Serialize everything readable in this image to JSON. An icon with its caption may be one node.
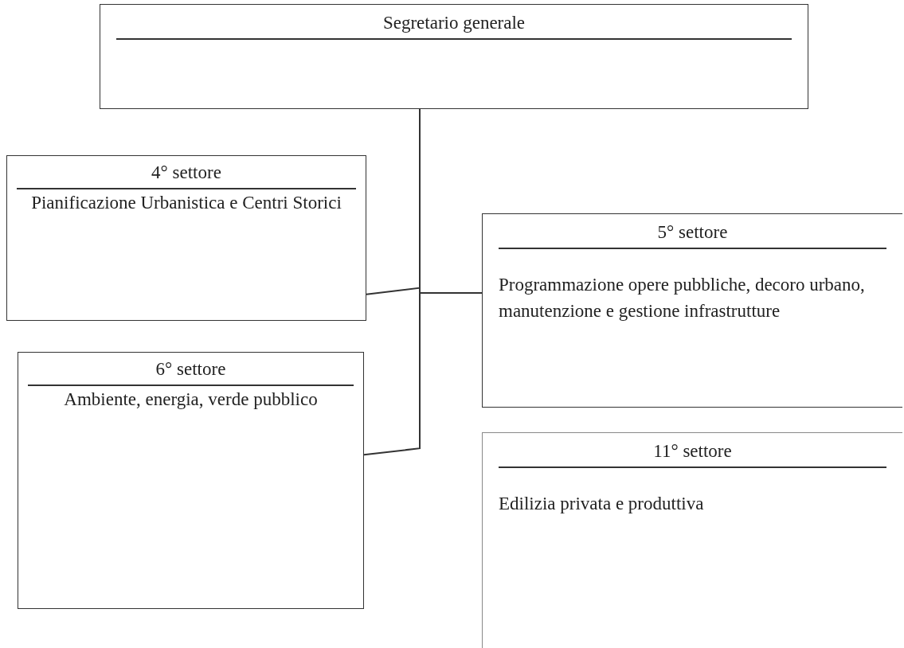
{
  "diagram": {
    "nodes": [
      {
        "text": [
          "Segretario generale"
        ]
      },
      {
        "text": [
          "4° settore",
          "Pianificazione Urbanistica e Centri Storici"
        ]
      },
      {
        "text": [
          "5° settore",
          "Programmazione opere pubbliche, decoro urbano, manutenzione e gestione infrastrutture"
        ]
      },
      {
        "text": [
          "6° settore",
          "Ambiente, energia, verde pubblico"
        ]
      },
      {
        "text": [
          "11° settore",
          "Edilizia privata e produttiva"
        ]
      }
    ],
    "edges": [
      {
        "from": 0,
        "to": 1,
        "arrow": "none"
      },
      {
        "from": 0,
        "to": 2,
        "arrow": "none"
      },
      {
        "from": 0,
        "to": 3,
        "arrow": "none"
      }
    ]
  }
}
